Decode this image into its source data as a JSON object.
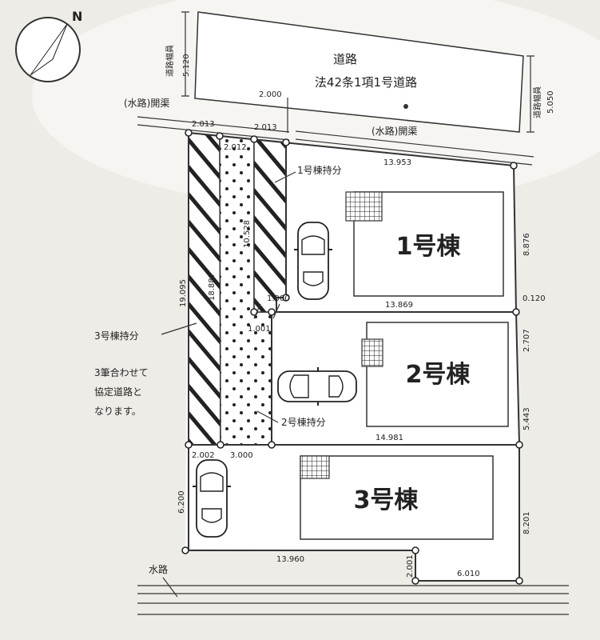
{
  "compass": {
    "north_label": "N"
  },
  "road": {
    "title": "道路",
    "subtitle": "法42条1項1号道路",
    "width_label": "道路幅員",
    "width_left": "5.120",
    "width_right": "5.050"
  },
  "channels": {
    "top_left": "(水路)開渠",
    "top_right": "(水路)開渠",
    "bottom": "水路"
  },
  "buildings": [
    {
      "label": "1号棟"
    },
    {
      "label": "2号棟"
    },
    {
      "label": "3号棟"
    }
  ],
  "shares": {
    "lot1": "1号棟持分",
    "lot2": "2号棟持分",
    "lot3": "3号棟持分"
  },
  "note": [
    "3筆合わせて",
    "協定道路と",
    "なります。"
  ],
  "dimensions": {
    "top_gap": "2.000",
    "strip_left_top": "2.013",
    "strip_right_top": "2.013",
    "strip_center_top": "2.012",
    "lot1_top": "13.953",
    "lot1_right": "8.876",
    "lot1_bottom": "13.869",
    "lot1_step": "0.120",
    "strip_left_length": "19.095",
    "strip_center_length": "18.887",
    "strip_right_length": "10.528",
    "jog_top": "1.000",
    "jog_bottom": "1.001",
    "lot2_right_upper": "2.707",
    "lot2_right_lower": "5.443",
    "lot2_bottom": "14.981",
    "lot3_left_top": "2.002",
    "lot3_mid_top": "3.000",
    "lot3_left": "6.200",
    "lot3_right": "8.201",
    "lot3_bottom": "13.960",
    "notch_vertical": "2.001",
    "notch_bottom": "6.010"
  }
}
